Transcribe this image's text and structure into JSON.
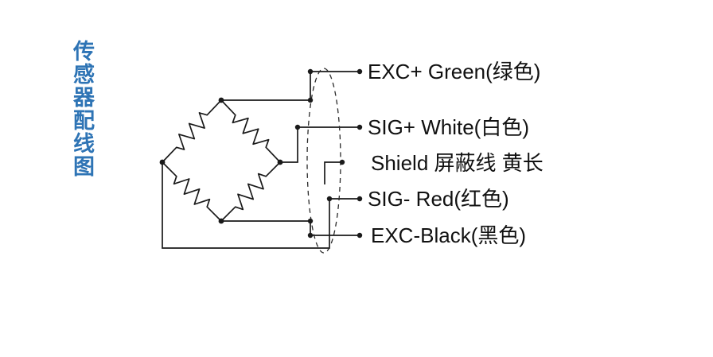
{
  "title": {
    "text": "传感器配线图"
  },
  "diagram": {
    "type": "load-cell wiring schematic",
    "bridge": "wheatstone-bridge (4 strain-gauge resistors in diamond)",
    "cable": "shielded cable shown as dashed ellipse",
    "wire_labels": [
      "EXC+ Green(绿色)",
      "SIG+ White(白色)",
      "Shield 屏蔽线 黄长",
      "SIG- Red(红色)",
      "EXC-Black(黑色)"
    ]
  },
  "colors": {
    "title_blue": "#2e74b5",
    "line_black": "#1a1a1a",
    "background": "#ffffff"
  }
}
